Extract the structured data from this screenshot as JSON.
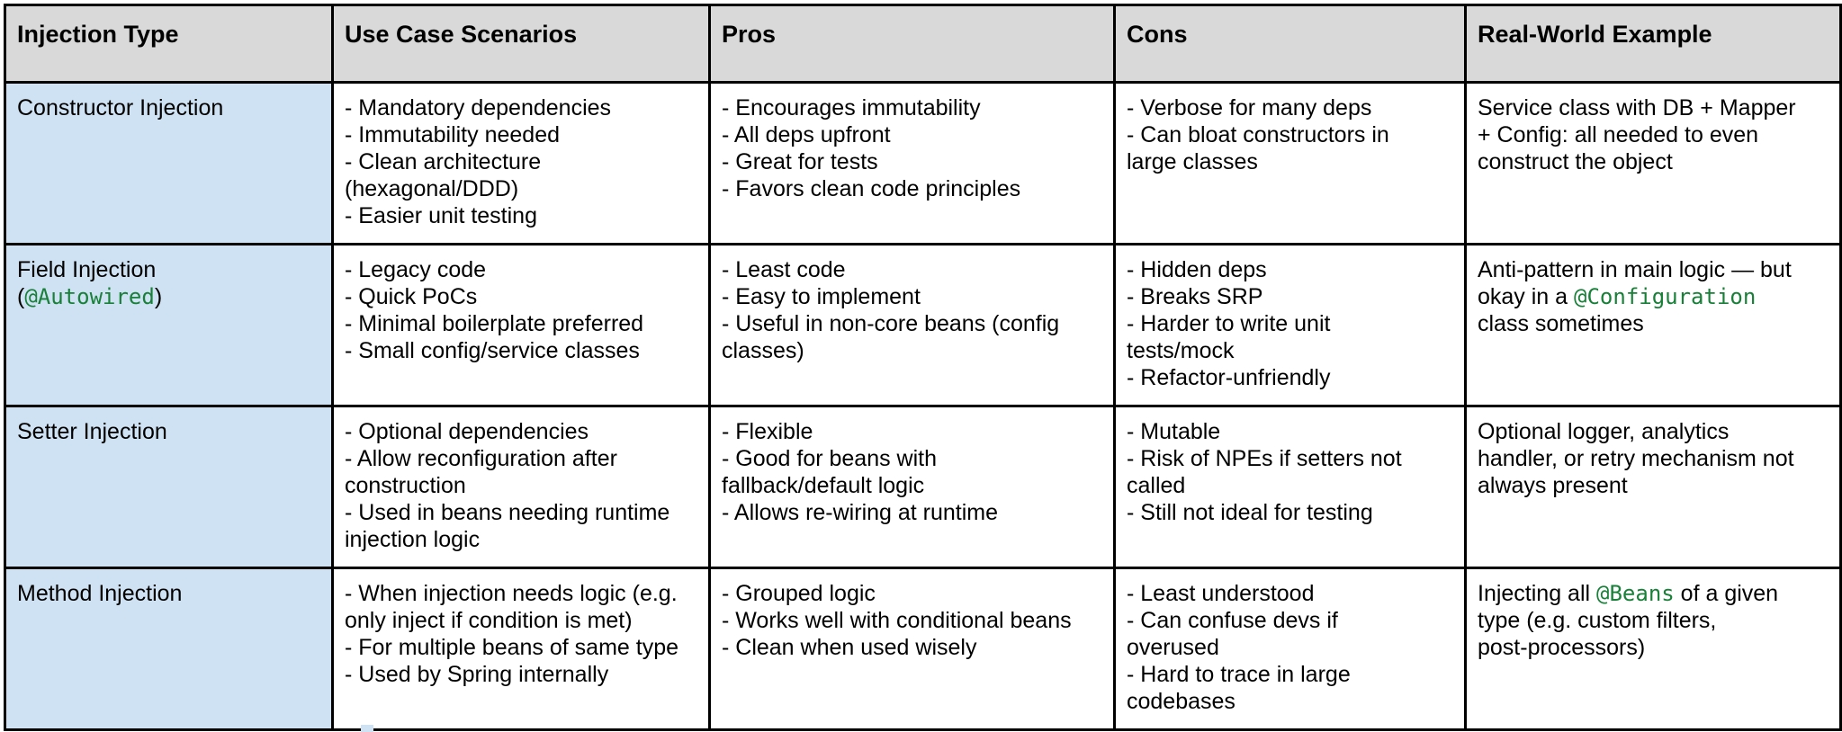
{
  "table": {
    "headers": [
      "Injection Type",
      "Use Case Scenarios",
      "Pros",
      "Cons",
      "Real-World Example"
    ],
    "rows": [
      {
        "type": [
          "Constructor Injection"
        ],
        "use_cases": [
          "- Mandatory dependencies",
          "- Immutability needed",
          "- Clean architecture",
          "(hexagonal/DDD)",
          "- Easier unit testing"
        ],
        "pros": [
          "- Encourages immutability",
          "- All deps upfront",
          "- Great for tests",
          "- Favors clean code principles"
        ],
        "cons": [
          "- Verbose for many deps",
          "- Can bloat constructors in",
          "large classes"
        ],
        "example": [
          "Service class with DB + Mapper",
          "+ Config: all needed to even",
          "construct the object"
        ]
      },
      {
        "type_line1": "Field Injection",
        "type_open": "(",
        "type_code": "@Autowired",
        "type_close": ")",
        "use_cases": [
          "- Legacy code",
          "- Quick PoCs",
          "- Minimal boilerplate preferred",
          "- Small config/service classes"
        ],
        "pros": [
          "- Least code",
          "- Easy to implement",
          "- Useful in non-core beans (config",
          "classes)"
        ],
        "cons": [
          "- Hidden deps",
          "- Breaks SRP",
          " - Harder to write unit",
          "tests/mock",
          " - Refactor-unfriendly"
        ],
        "example_line1": " Anti-pattern in main logic — but",
        "example_pre": "okay in a ",
        "example_code": "@Configuration",
        "example_line3": "class sometimes"
      },
      {
        "type": [
          "Setter Injection"
        ],
        "use_cases": [
          "- Optional dependencies",
          "- Allow reconfiguration after",
          "construction",
          "- Used in beans needing runtime",
          "injection logic"
        ],
        "pros": [
          "- Flexible",
          "- Good for beans with",
          "fallback/default logic",
          "- Allows re-wiring at runtime"
        ],
        "cons": [
          "- Mutable",
          "- Risk of NPEs if setters not",
          "called",
          "- Still not ideal for testing"
        ],
        "example": [
          "Optional logger, analytics",
          "handler, or retry mechanism not",
          "always present"
        ]
      },
      {
        "type": [
          "Method Injection"
        ],
        "use_cases": [
          "- When injection needs logic (e.g.",
          "only inject if condition is met)",
          "- For multiple beans of same type",
          "- Used by Spring internally"
        ],
        "pros": [
          "- Grouped logic",
          "- Works well with conditional beans",
          "- Clean when used wisely"
        ],
        "cons": [
          "- Least understood",
          " - Can confuse devs if",
          "overused",
          " - Hard to trace in large",
          "codebases"
        ],
        "example_pre": "Injecting all ",
        "example_code": "@Beans",
        "example_post": " of a given",
        "example_line2": "type (e.g. custom filters,",
        "example_line3": "post-processors)"
      }
    ]
  },
  "colors": {
    "header_bg": "#d9d9d9",
    "first_column_bg": "#cfe2f3",
    "code_text": "#188038",
    "border": "#000000"
  }
}
